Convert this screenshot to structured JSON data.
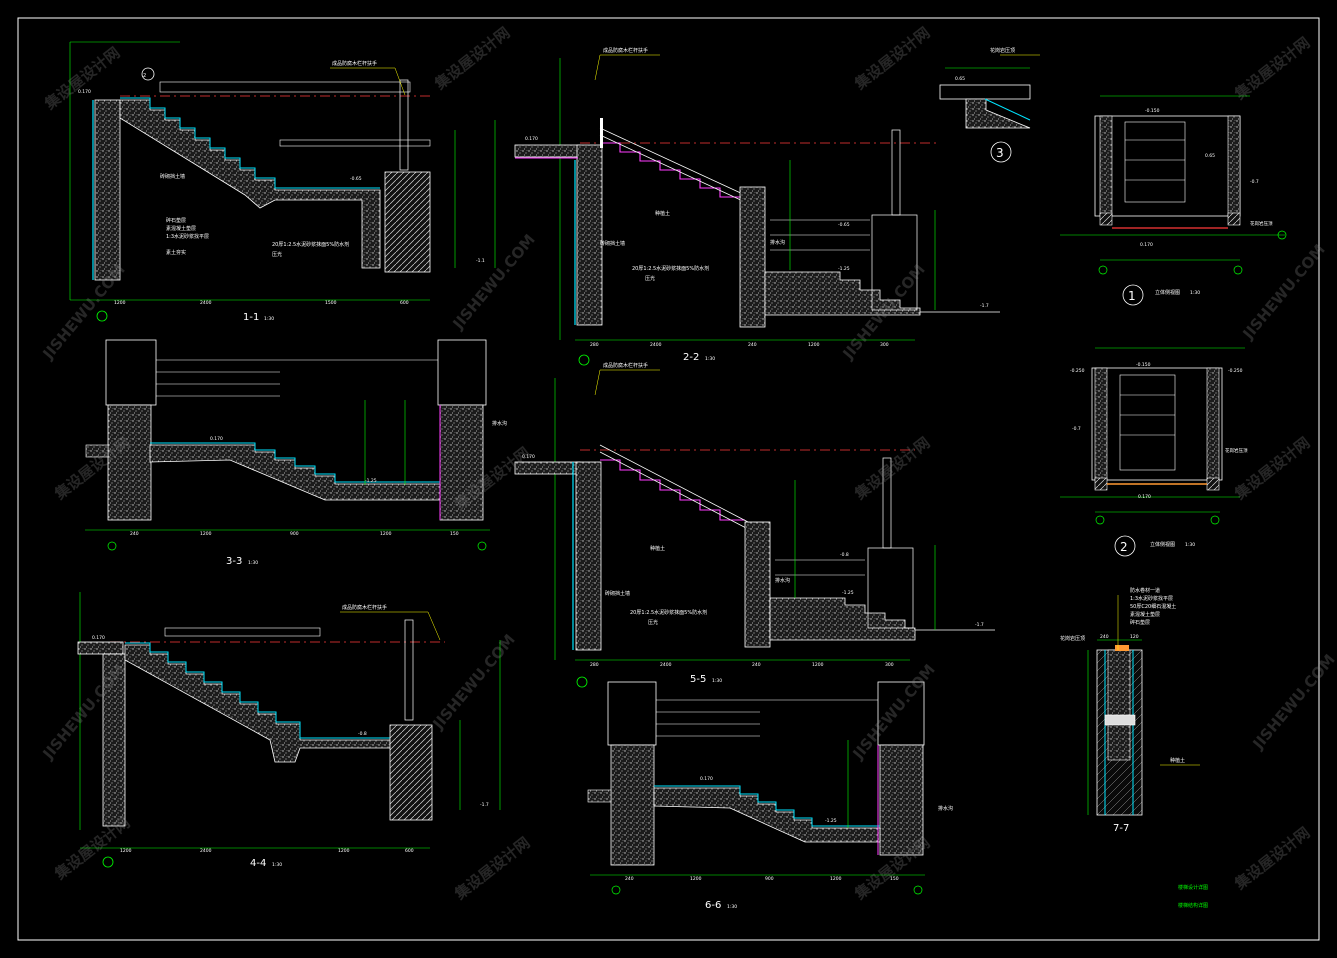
{
  "sections": [
    {
      "id": "1-1",
      "label": "1-1",
      "scale": "1:30"
    },
    {
      "id": "2-2",
      "label": "2-2",
      "scale": "1:30"
    },
    {
      "id": "3-3",
      "label": "3-3",
      "scale": "1:30"
    },
    {
      "id": "4-4",
      "label": "4-4",
      "scale": "1:30"
    },
    {
      "id": "5-5",
      "label": "5-5",
      "scale": "1:30"
    },
    {
      "id": "6-6",
      "label": "6-6",
      "scale": "1:30"
    },
    {
      "id": "7-7",
      "label": "7-7",
      "scale": ""
    }
  ],
  "details": [
    {
      "num": "1",
      "title": "立体侧视图",
      "scale": "1:30"
    },
    {
      "num": "2",
      "title": "立体侧视图",
      "scale": "1:30"
    },
    {
      "num": "3",
      "title": "",
      "scale": ""
    }
  ],
  "levels": {
    "top": "0.170",
    "mid": "-0.65",
    "low": "-1.25",
    "bottom": "-1.7",
    "a": "-0.150",
    "b": "-0.250",
    "c": "-0.7",
    "d": "-0.8",
    "e": "-1.1",
    "f": "0.65",
    "g": "0.170"
  },
  "notes": {
    "railing": "成品防腐木栏杆扶手",
    "finish1": "20厚1:2.5水泥砂浆抹面5%防水剂",
    "finish2": "压光",
    "fill": "素土夯实",
    "wall": "砖砌挡土墙",
    "layer1": "碎石垫层",
    "layer2": "素混凝土垫层",
    "layer3": "1:3水泥砂浆找平层",
    "layer4": "防水卷材一道",
    "layer5": "50厚C20细石混凝土",
    "edge": "花岗岩压顶",
    "drain": "排水沟",
    "soil": "种植土"
  },
  "legend": {
    "line1": "楼梯设计详图",
    "line2": "楼梯结构详图"
  },
  "dims": {
    "d1": "1200",
    "d2": "2400",
    "d3": "300",
    "d4": "150",
    "d5": "900",
    "d6": "280",
    "d7": "240",
    "d8": "120",
    "d9": "600",
    "d10": "1500"
  },
  "watermark": {
    "cn": "集设屋设计网",
    "en": "JISHEWU.COM"
  },
  "colors": {
    "background": "#000000",
    "outline": "#ffffff",
    "dimension": "#00ff00",
    "axis": "#ff3b3b",
    "concrete": "#c8c8c8",
    "finish": "#00e5ff",
    "membrane": "#ff3cff",
    "leader": "#ffff00"
  }
}
